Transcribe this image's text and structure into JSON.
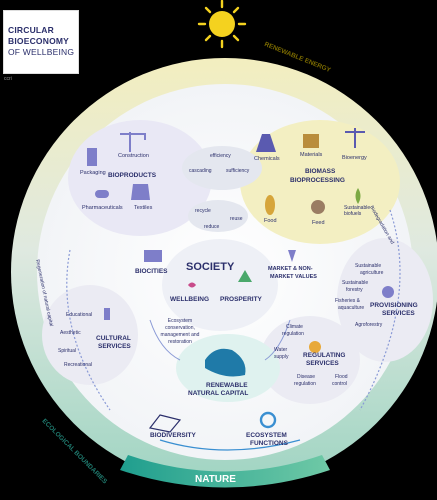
{
  "title": {
    "line1": "CIRCULAR",
    "line2": "BIOECONOMY",
    "line3": "OF WELLBEING"
  },
  "corner_note": "ccri",
  "arcs": {
    "renewable_energy": "RENEWABLE ENERGY",
    "ecological_boundaries": "ECOLOGICAL BOUNDARIES",
    "biodegradation_right": "Biodegradation and",
    "regeneration_left": "Regeneration of natural capital"
  },
  "nature": "NATURE",
  "bioproducts": {
    "heading": "BIOPRODUCTS",
    "packaging": "Packaging",
    "construction": "Construction",
    "pharmaceuticals": "Pharmaceuticals",
    "textiles": "Textiles"
  },
  "cascading": {
    "efficiency": "efficiency",
    "cascading": "cascading",
    "sufficiency": "sufficiency"
  },
  "biomass": {
    "heading1": "BIOMASS",
    "heading2": "BIOPROCESSING",
    "chemicals": "Chemicals",
    "materials": "Materials",
    "bioenergy": "Bioenergy",
    "food": "Food",
    "feed": "Feed",
    "biofuels": "Sustainable biofuels"
  },
  "circular": {
    "recycle": "recycle",
    "reuse": "reuse",
    "reduce": "reduce"
  },
  "society": {
    "heading": "SOCIETY",
    "biocities": "BIOCITIES",
    "market": "MARKET & NON-",
    "market2": "MARKET VALUES",
    "wellbeing": "WELLBEING",
    "prosperity": "PROSPERITY"
  },
  "ecosystem_note": {
    "line1": "Ecosystem",
    "line2": "conservation,",
    "line3": "management and",
    "line4": "restoration"
  },
  "cultural": {
    "heading1": "CULTURAL",
    "heading2": "SERVICES",
    "educational": "Educational",
    "aesthetic": "Aesthetic",
    "spiritual": "Spiritual",
    "recreational": "Recreational"
  },
  "provisioning": {
    "heading1": "PROVISIONING",
    "heading2": "SERVICES",
    "agriculture1": "Sustainable",
    "agriculture2": "agriculture",
    "forestry1": "Sustainable",
    "forestry2": "forestry",
    "fisheries1": "Fisheries &",
    "fisheries2": "aquaculture",
    "agroforestry": "Agroforestry"
  },
  "regulating": {
    "heading1": "REGULATING",
    "heading2": "SERVICES",
    "climate1": "Climate",
    "climate2": "regulation",
    "water1": "Water",
    "water2": "supply",
    "disease1": "Disease",
    "disease2": "regulation",
    "flood1": "Flood",
    "flood2": "control"
  },
  "capital": {
    "line1": "RENEWABLE",
    "line2": "NATURAL CAPITAL"
  },
  "biodiversity": "BIODIVERSITY",
  "functions": {
    "line1": "ECOSYSTEM",
    "line2": "FUNCTIONS"
  }
}
